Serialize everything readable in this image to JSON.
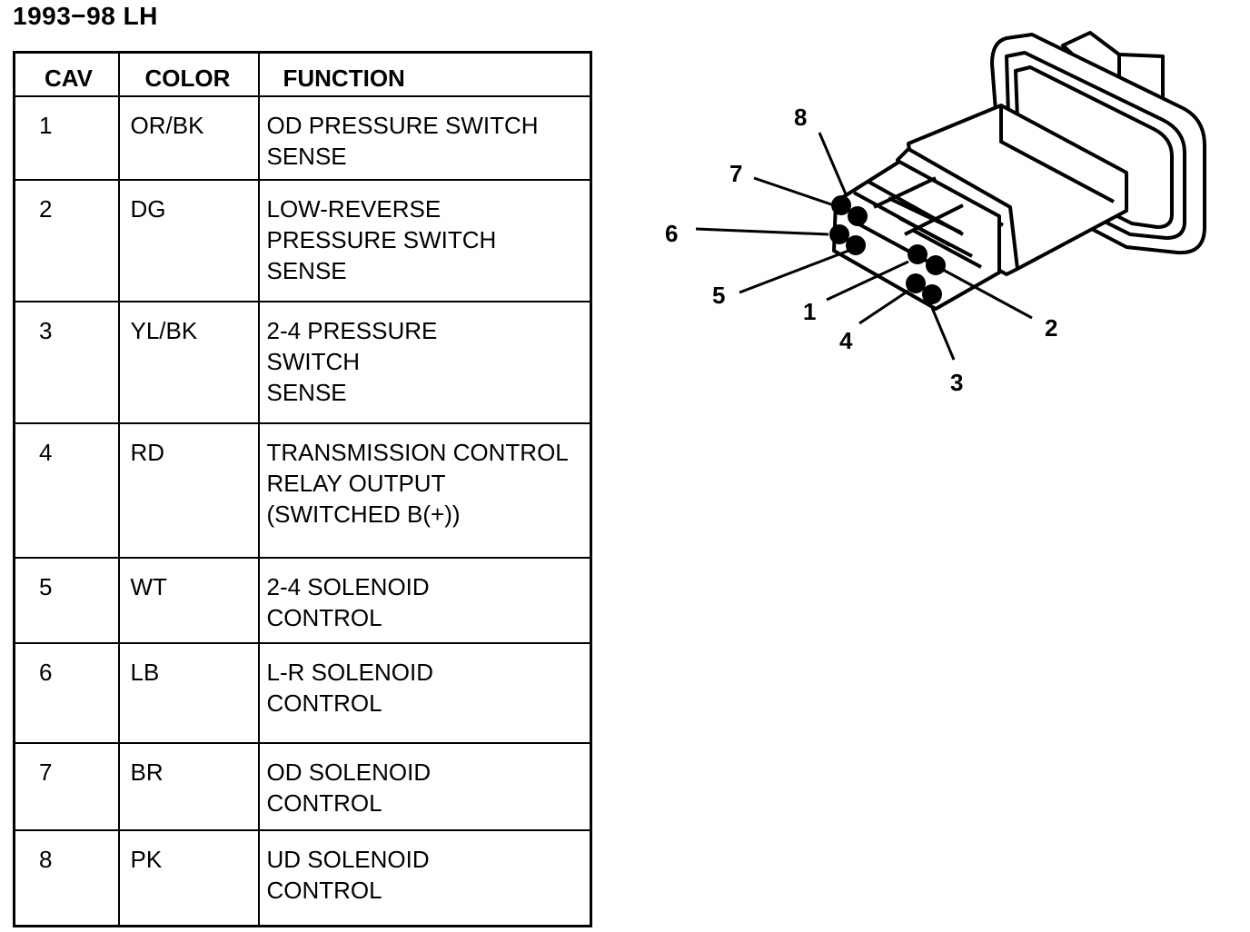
{
  "title": "1993−98 LH",
  "table": {
    "headers": {
      "cav": "CAV",
      "color": "COLOR",
      "function": "FUNCTION"
    },
    "rows": [
      {
        "cav": "1",
        "color": "OR/BK",
        "function": "OD PRESSURE SWITCH\nSENSE"
      },
      {
        "cav": "2",
        "color": "DG",
        "function": "LOW-REVERSE\nPRESSURE SWITCH\nSENSE"
      },
      {
        "cav": "3",
        "color": "YL/BK",
        "function": "2-4 PRESSURE\nSWITCH\nSENSE"
      },
      {
        "cav": "4",
        "color": "RD",
        "function": "TRANSMISSION CONTROL\nRELAY OUTPUT\n(SWITCHED B(+))"
      },
      {
        "cav": "5",
        "color": "WT",
        "function": "2-4 SOLENOID\nCONTROL"
      },
      {
        "cav": "6",
        "color": "LB",
        "function": "L-R SOLENOID\nCONTROL"
      },
      {
        "cav": "7",
        "color": "BR",
        "function": "OD SOLENOID\nCONTROL"
      },
      {
        "cav": "8",
        "color": "PK",
        "function": "UD SOLENOID\nCONTROL"
      }
    ]
  },
  "connector": {
    "pin_labels": [
      "1",
      "2",
      "3",
      "4",
      "5",
      "6",
      "7",
      "8"
    ]
  }
}
